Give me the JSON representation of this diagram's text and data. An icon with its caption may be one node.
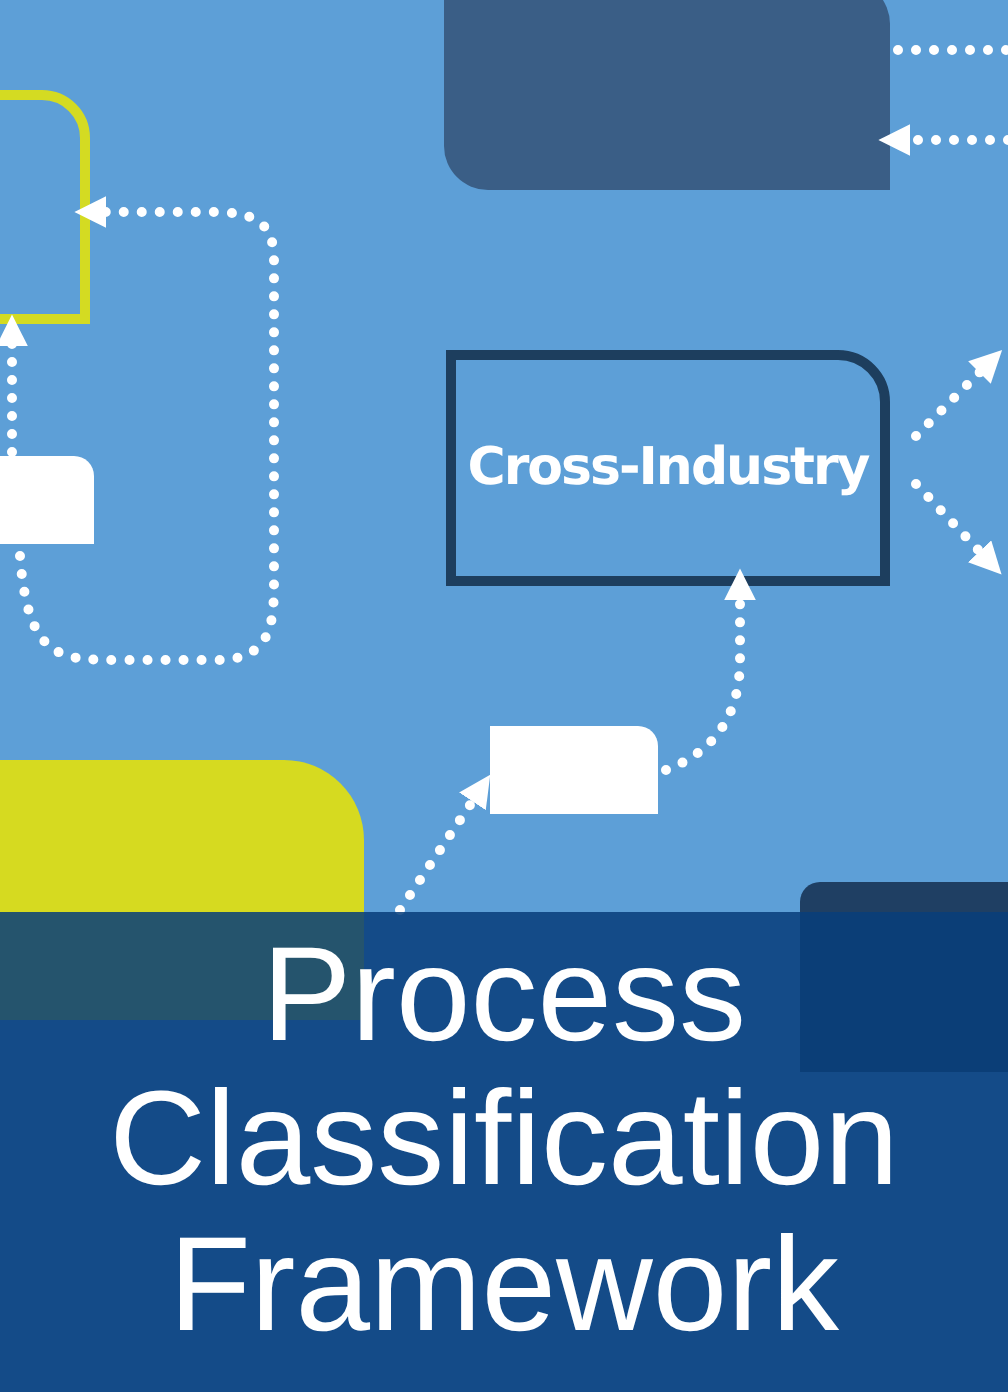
{
  "diagram": {
    "title": "Process Classification Framework",
    "nodes": [
      {
        "text": [],
        "shape": "box"
      },
      {
        "text": [],
        "shape": "box"
      },
      {
        "text": [],
        "shape": "box"
      },
      {
        "text": [
          "Cross-Industry"
        ]
      },
      {
        "text": [],
        "shape": "box"
      },
      {
        "text": [],
        "shape": "box"
      },
      {
        "text": [],
        "shape": "box"
      }
    ],
    "edges": [
      {
        "from": 2,
        "to": 1,
        "arrow": "to"
      },
      {
        "from": 2,
        "to": 1,
        "arrow": "to"
      },
      {
        "from": 4,
        "to": 3,
        "arrow": "to"
      },
      {
        "from": null,
        "to": 4,
        "arrow": "to"
      },
      {
        "from": 3,
        "to": null,
        "arrow": "to"
      },
      {
        "from": 3,
        "to": null,
        "arrow": "to"
      },
      {
        "from": 0,
        "to": null,
        "arrow": "none"
      },
      {
        "from": null,
        "to": 0,
        "arrow": "to"
      }
    ]
  }
}
